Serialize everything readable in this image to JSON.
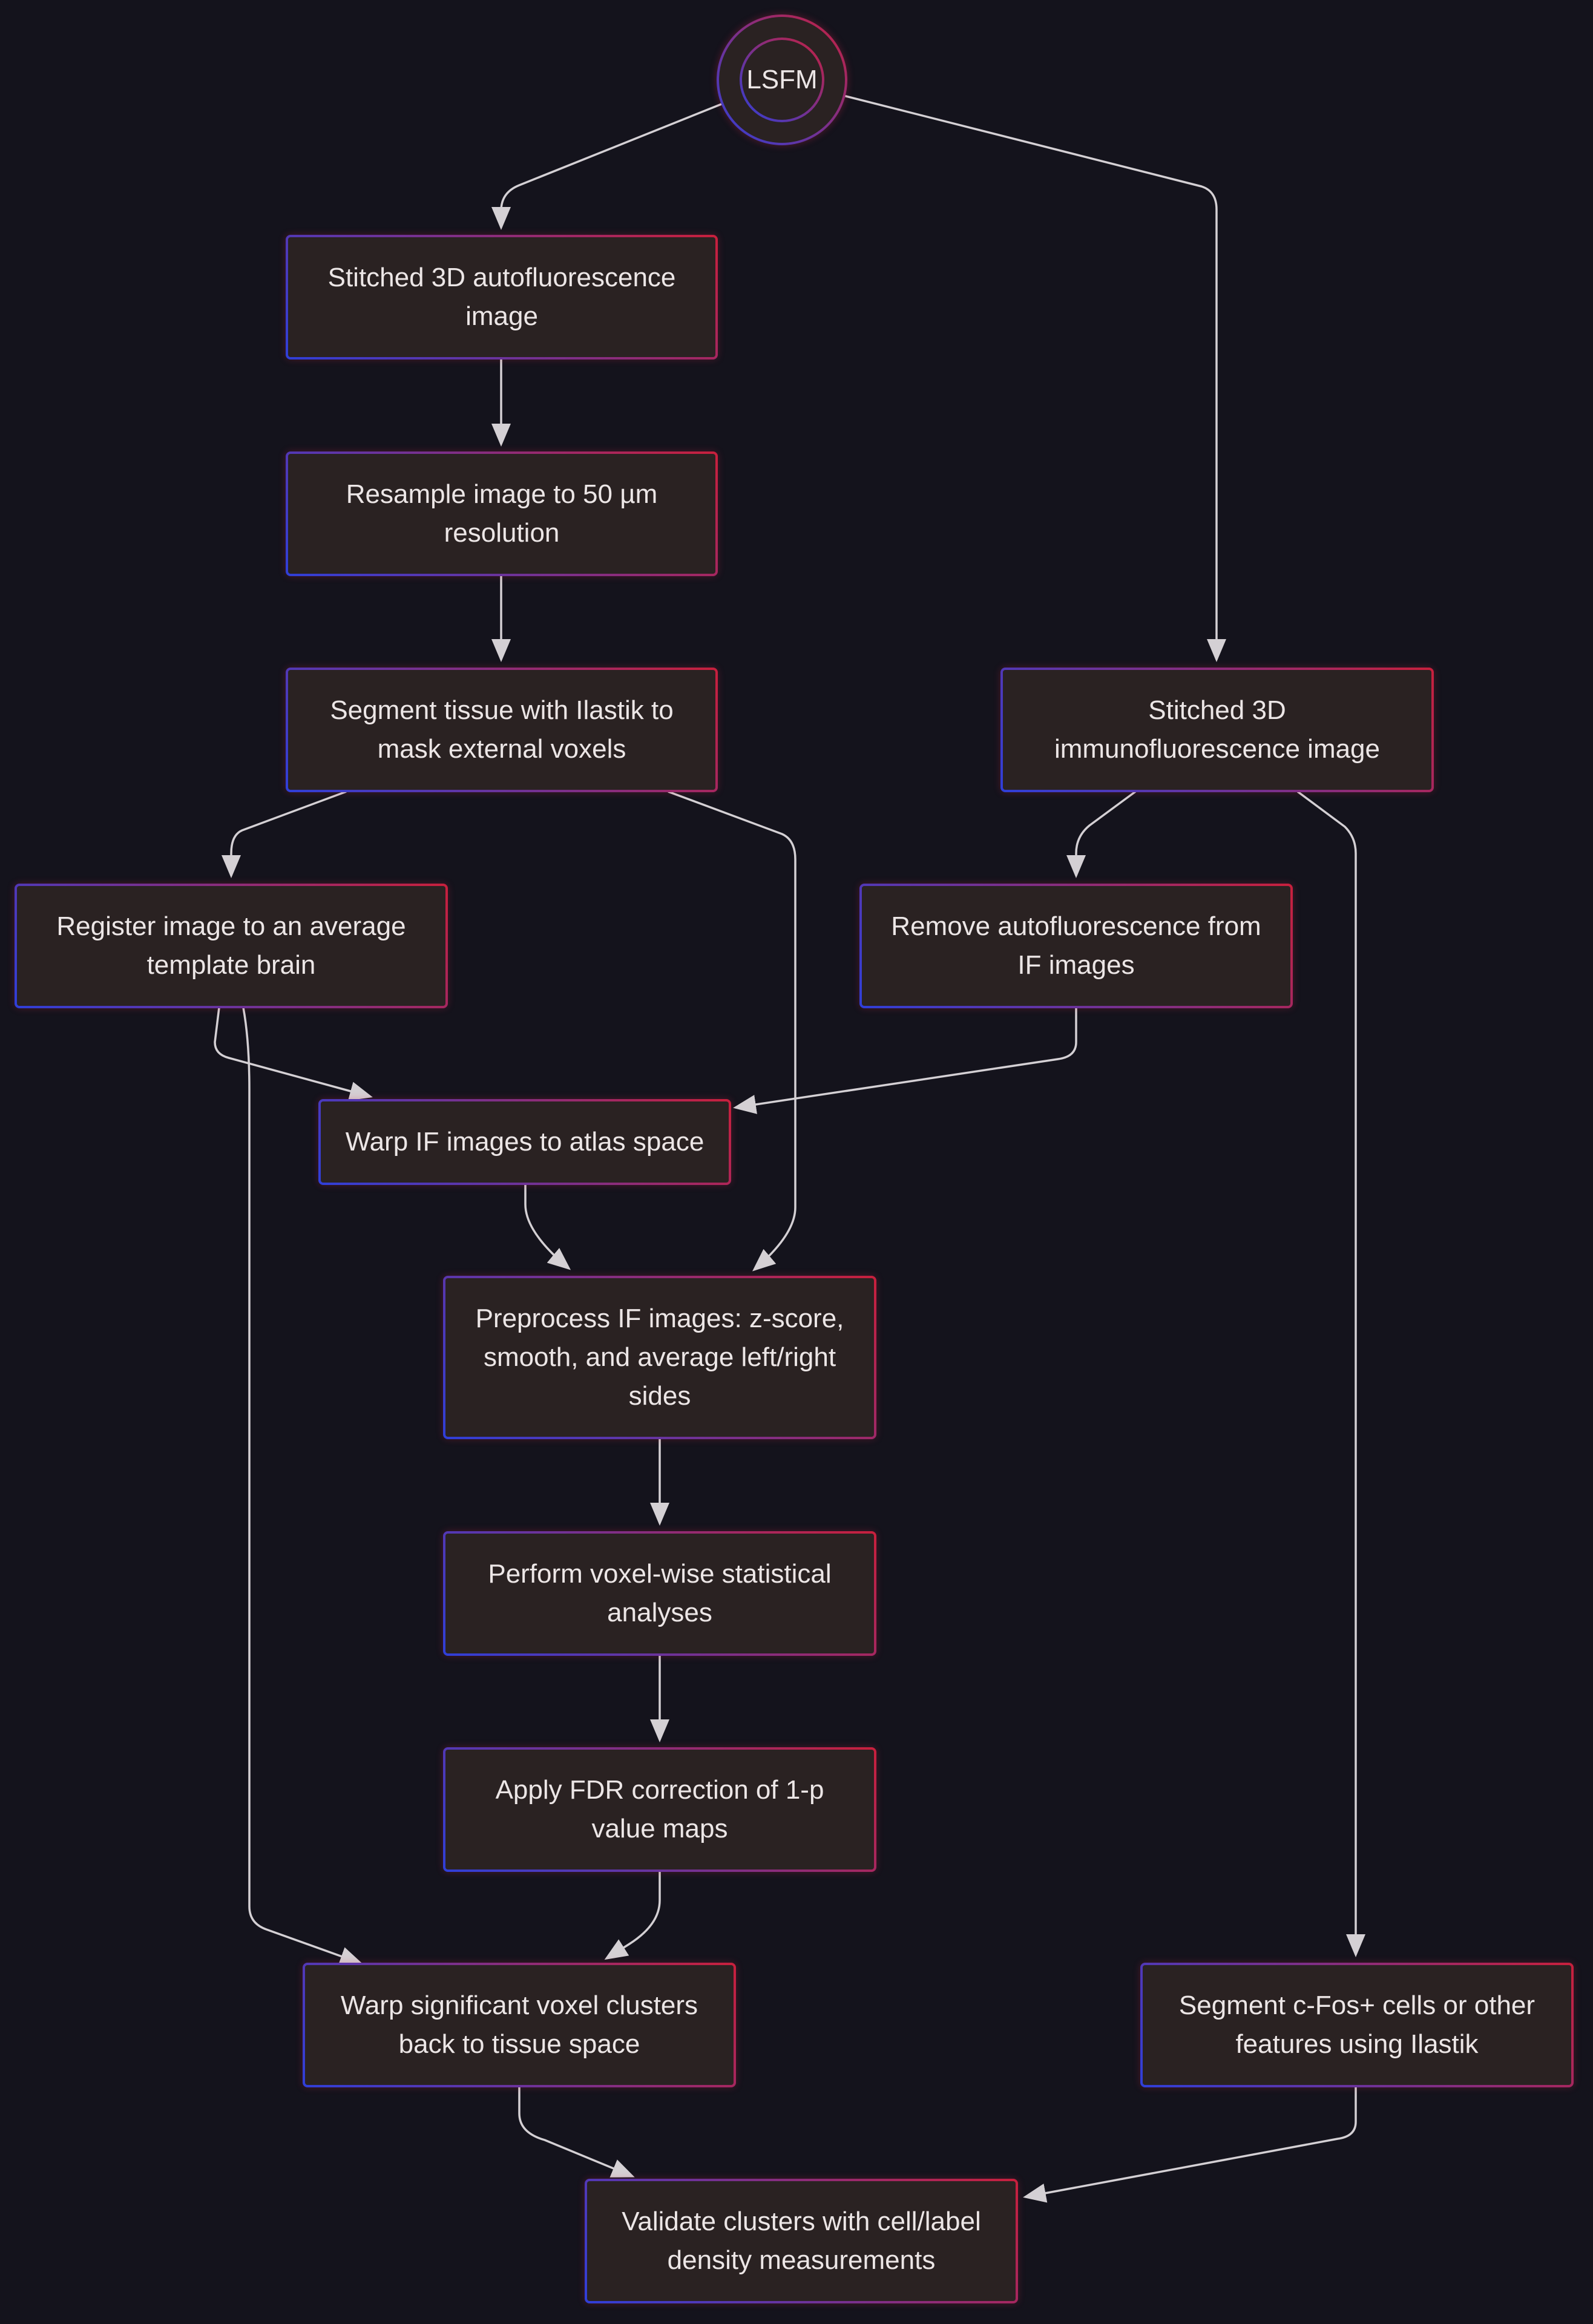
{
  "diagram": {
    "start": {
      "label": "LSFM"
    },
    "nodes": {
      "stitched_af": {
        "label": "Stitched 3D autofluorescence image"
      },
      "resample": {
        "label": "Resample image to 50 µm resolution"
      },
      "segment_tissue": {
        "label": "Segment tissue with Ilastik to mask external voxels"
      },
      "stitched_if": {
        "label": "Stitched 3D immunofluorescence image"
      },
      "register": {
        "label": "Register image to an average template brain"
      },
      "remove_af": {
        "label": "Remove autofluorescence from IF images"
      },
      "warp_if": {
        "label": "Warp IF images to atlas space"
      },
      "preprocess": {
        "label": "Preprocess IF images: z-score, smooth, and average left/right sides"
      },
      "voxelwise": {
        "label": "Perform voxel-wise statistical analyses"
      },
      "fdr": {
        "label": "Apply FDR correction of 1-p value maps"
      },
      "warp_clusters": {
        "label": "Warp significant voxel clusters back to tissue space"
      },
      "segment_cells": {
        "label": "Segment c-Fos+ cells or other features using Ilastik"
      },
      "validate": {
        "label": "Validate clusters with cell/label density measurements"
      }
    },
    "edges": [
      {
        "from": "LSFM",
        "to": "stitched_af"
      },
      {
        "from": "LSFM",
        "to": "stitched_if"
      },
      {
        "from": "stitched_af",
        "to": "resample"
      },
      {
        "from": "resample",
        "to": "segment_tissue"
      },
      {
        "from": "segment_tissue",
        "to": "register"
      },
      {
        "from": "segment_tissue",
        "to": "preprocess"
      },
      {
        "from": "stitched_if",
        "to": "remove_af"
      },
      {
        "from": "stitched_if",
        "to": "segment_cells"
      },
      {
        "from": "register",
        "to": "warp_if"
      },
      {
        "from": "register",
        "to": "warp_clusters"
      },
      {
        "from": "remove_af",
        "to": "warp_if"
      },
      {
        "from": "warp_if",
        "to": "preprocess"
      },
      {
        "from": "preprocess",
        "to": "voxelwise"
      },
      {
        "from": "voxelwise",
        "to": "fdr"
      },
      {
        "from": "fdr",
        "to": "warp_clusters"
      },
      {
        "from": "warp_clusters",
        "to": "validate"
      },
      {
        "from": "segment_cells",
        "to": "validate"
      }
    ],
    "colors": {
      "background": "#14131c",
      "node_fill": "#2a2222",
      "border_start": "#2f3fd8",
      "border_end": "#c8203c",
      "edge": "#d4d0d4",
      "text": "#ece6e6"
    }
  }
}
